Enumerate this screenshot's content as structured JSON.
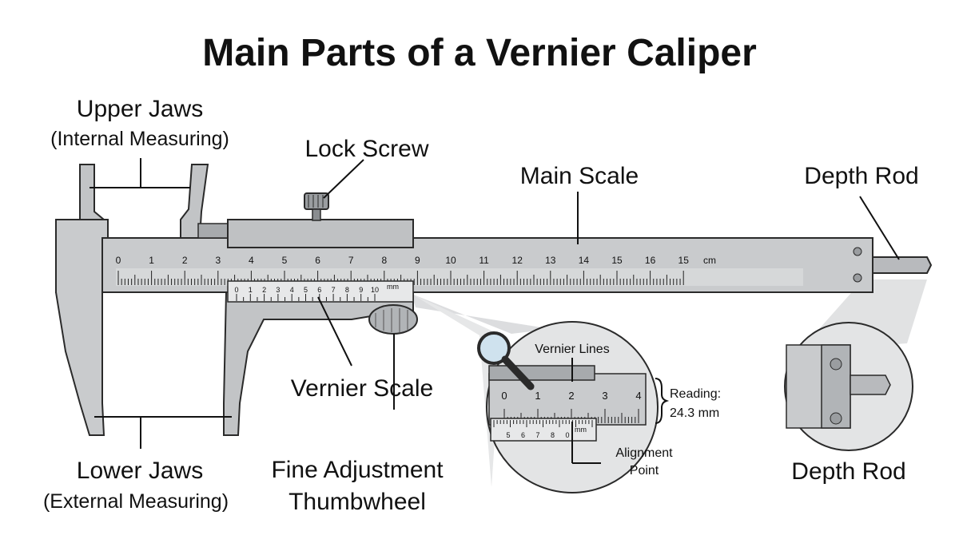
{
  "title": "Main Parts of a Vernier Caliper",
  "labels": {
    "upper_jaws": "Upper Jaws",
    "upper_jaws_sub": "(Internal Measuring)",
    "lock_screw": "Lock Screw",
    "main_scale": "Main Scale",
    "depth_rod": "Depth Rod",
    "vernier_scale": "Vernier Scale",
    "lower_jaws": "Lower Jaws",
    "lower_jaws_sub": "(External Measuring)",
    "fine_adjustment_line1": "Fine Adjustment",
    "fine_adjustment_line2": "Thumbwheel",
    "depth_rod_inset": "Depth Rod"
  },
  "main_scale_numbers": [
    "0",
    "1",
    "2",
    "3",
    "4",
    "5",
    "6",
    "7",
    "8",
    "9",
    "10",
    "11",
    "12",
    "13",
    "14",
    "15",
    "16",
    "15"
  ],
  "main_scale_unit": "cm",
  "vernier_numbers": [
    "0",
    "1",
    "2",
    "3",
    "4",
    "5",
    "6",
    "7",
    "8",
    "9",
    "10"
  ],
  "vernier_unit": "mm",
  "inset": {
    "vernier_lines": "Vernier Lines",
    "main_numbers": [
      "0",
      "1",
      "2",
      "3",
      "4"
    ],
    "vernier_numbers": [
      "5",
      "6",
      "7",
      "8",
      "0"
    ],
    "vernier_unit": "mm",
    "reading_label": "Reading:",
    "reading_value": "24.3 mm",
    "alignment_line1": "Alignment",
    "alignment_line2": "Point"
  },
  "colors": {
    "metal": "#c9cbcd",
    "metal_dark": "#a7aaad",
    "outline": "#2a2a2a",
    "inset_bg": "#e3e4e5"
  },
  "icons": [
    "magnifier-icon",
    "screw-icon"
  ]
}
